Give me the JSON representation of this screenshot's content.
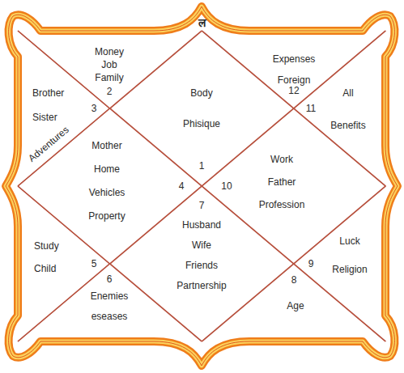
{
  "diagram": {
    "nodes": [
      {
        "text": [
          "ल",
          "Body Phisique",
          "1"
        ]
      },
      {
        "text": [
          "Money Job Family",
          "2"
        ]
      },
      {
        "text": [
          "Brother Sister",
          "Adventures",
          "3"
        ]
      },
      {
        "text": [
          "Mother Home Vehicles Property",
          "4"
        ]
      },
      {
        "text": [
          "Study Child",
          "5"
        ]
      },
      {
        "text": [
          "Enemies eseases",
          "6"
        ]
      },
      {
        "text": [
          "Husband Wife Friends Partnership",
          "7"
        ]
      },
      {
        "text": [
          "Age",
          "8"
        ]
      },
      {
        "text": [
          "Luck Religion",
          "9"
        ]
      },
      {
        "text": [
          "Work Father Profession",
          "10"
        ]
      },
      {
        "text": [
          "All Benefits",
          "11"
        ]
      },
      {
        "text": [
          "Expenses Foreign",
          "12"
        ]
      }
    ]
  }
}
